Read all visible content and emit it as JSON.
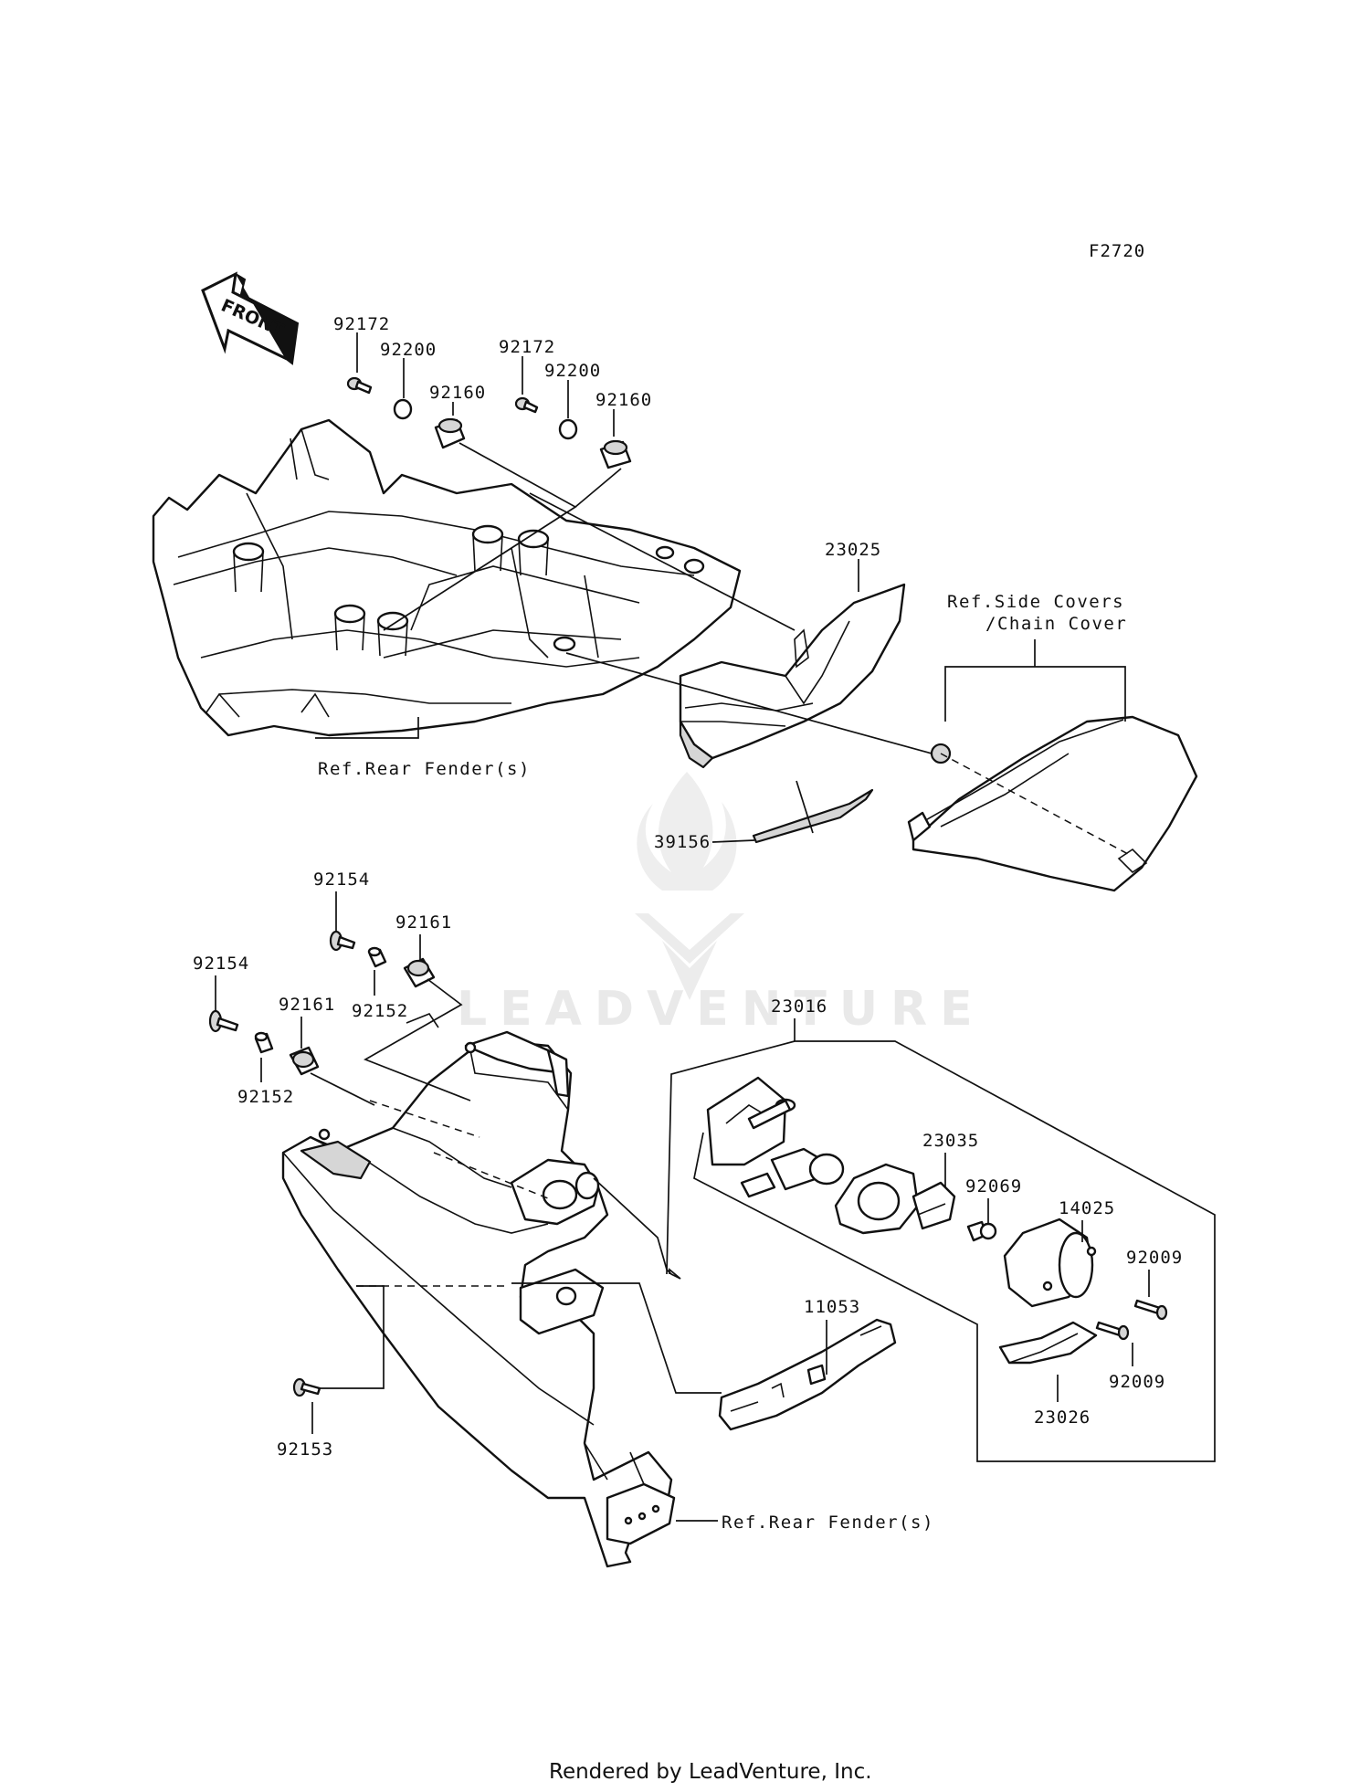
{
  "figure_code": "F2720",
  "front_arrow_label": "FRONT",
  "watermark": "LEADVENTURE",
  "footer": "Rendered by LeadVenture, Inc.",
  "parts": {
    "p92172_a": "92172",
    "p92200_a": "92200",
    "p92160_a": "92160",
    "p92172_b": "92172",
    "p92200_b": "92200",
    "p92160_b": "92160",
    "p23025": "23025",
    "p39156": "39156",
    "p92154_a": "92154",
    "p92161_a": "92161",
    "p92152_a": "92152",
    "p92154_b": "92154",
    "p92161_b": "92161",
    "p92152_b": "92152",
    "p92153": "92153",
    "p23016": "23016",
    "p23035": "23035",
    "p92069": "92069",
    "p14025": "14025",
    "p92009_a": "92009",
    "p92009_b": "92009",
    "p23026": "23026",
    "p11053": "11053"
  },
  "refs": {
    "side_covers_line1": "Ref.Side Covers",
    "side_covers_line2": "/Chain Cover",
    "rear_fender_top": "Ref.Rear Fender(s)",
    "rear_fender_bottom": "Ref.Rear Fender(s)"
  }
}
